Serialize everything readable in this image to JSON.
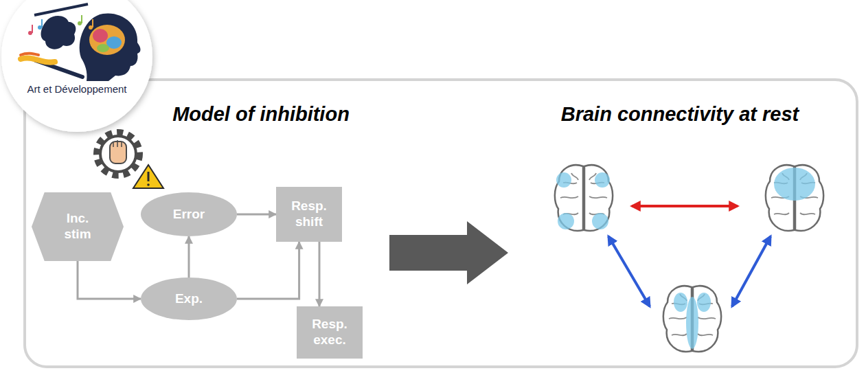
{
  "diagram": {
    "nodes": [
      {
        "text": [
          "Inc. stim"
        ]
      },
      {
        "text": [
          "Error"
        ]
      },
      {
        "text": [
          "Resp. shift"
        ]
      },
      {
        "text": [
          "Exp."
        ]
      },
      {
        "text": [
          "Resp. exec."
        ]
      }
    ],
    "edges": [
      {
        "from": 0,
        "to": 3,
        "arrow": "to"
      },
      {
        "from": 3,
        "to": 1,
        "arrow": "to"
      },
      {
        "from": 1,
        "to": 2,
        "arrow": "to"
      },
      {
        "from": 3,
        "to": 2,
        "arrow": "to"
      },
      {
        "from": 2,
        "to": 4,
        "arrow": "to"
      }
    ],
    "labels": [
      "Art et Développement",
      "Model of inhibition",
      "Brain connectivity at rest"
    ]
  }
}
